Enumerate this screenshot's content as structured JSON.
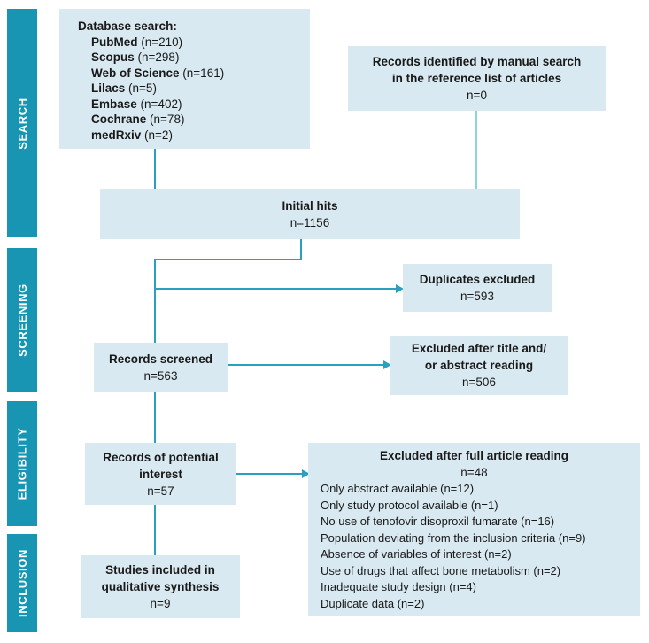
{
  "colors": {
    "stage_bar": "#1795b2",
    "box_bg": "#d9e9f1",
    "connector": "#2aa0bf",
    "connector_light": "#8fd3e1",
    "text": "#191919"
  },
  "sidebar": {
    "stages": [
      {
        "label": "SEARCH"
      },
      {
        "label": "SCREENING"
      },
      {
        "label": "ELIGIBILITY"
      },
      {
        "label": "INCLUSION"
      }
    ]
  },
  "boxes": {
    "database_search": {
      "title": "Database search:",
      "items": [
        {
          "name": "PubMed",
          "count": "(n=210)"
        },
        {
          "name": "Scopus",
          "count": "(n=298)"
        },
        {
          "name": "Web of Science",
          "count": "(n=161)"
        },
        {
          "name": "Lilacs",
          "count": "(n=5)"
        },
        {
          "name": "Embase",
          "count": "(n=402)"
        },
        {
          "name": "Cochrane",
          "count": "(n=78)"
        },
        {
          "name": "medRxiv",
          "count": "(n=2)"
        }
      ]
    },
    "manual_search": {
      "lines": [
        "Records identified by manual search",
        "in the reference list of articles"
      ],
      "n": "n=0"
    },
    "initial_hits": {
      "title": "Initial hits",
      "n": "n=1156"
    },
    "duplicates_excluded": {
      "title": "Duplicates excluded",
      "n": "n=593"
    },
    "records_screened": {
      "title": "Records screened",
      "n": "n=563"
    },
    "excluded_title_abstract": {
      "lines": [
        "Excluded after title and/",
        "or abstract reading"
      ],
      "n": "n=506"
    },
    "records_potential_interest": {
      "lines": [
        "Records of potential",
        "interest"
      ],
      "n": "n=57"
    },
    "excluded_full_article": {
      "title": "Excluded after full article reading",
      "n": "n=48",
      "reasons": [
        "Only abstract available (n=12)",
        "Only study protocol available (n=1)",
        "No use of tenofovir disoproxil fumarate (n=16)",
        "Population deviating from the inclusion criteria (n=9)",
        "Absence of variables of interest (n=2)",
        "Use of drugs that affect bone metabolism (n=2)",
        "Inadequate study design (n=4)",
        "Duplicate data (n=2)"
      ]
    },
    "studies_included": {
      "lines": [
        "Studies included in",
        "qualitative synthesis"
      ],
      "n": "n=9"
    }
  }
}
